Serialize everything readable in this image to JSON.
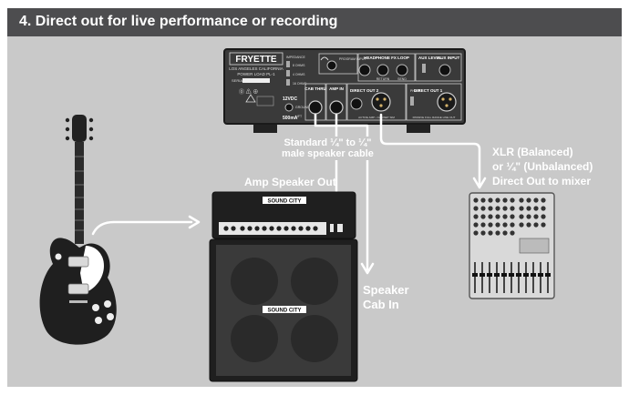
{
  "header": {
    "title": "4. Direct out for live performance or recording"
  },
  "powerload": {
    "brand": "FRYETTE",
    "subtitle_line1": "LOS ANGELES CALIFORNIA",
    "subtitle_line2": "POWER LOAD PL-1",
    "serial_label": "SERIAL",
    "impedance_label": "IMPEDANCE",
    "imp_8": "8 OHMS",
    "imp_4": "4 OHMS",
    "imp_16": "16 OHMS",
    "program_input": "PROGRAM INPUT",
    "headphone_fx": "HEADPHONE FX LOOP",
    "aux_level": "AUX LEVEL",
    "aux_input": "AUX INPUT",
    "return": "RETURN",
    "send": "SEND",
    "cab_thru": "CAB THRU",
    "amp_in": "AMP IN",
    "direct_out_2": "DIRECT OUT 2",
    "direct_out_1": "DIRECT OUT 1",
    "phase": "PHASE",
    "voltage": "12VDC",
    "current": "500mA",
    "ground": "GROUND",
    "lift": "LIFT",
    "active": "ACTIVE AMP • CABINET SIM",
    "passive": "PASSIVE FULL RANGE LINE OUT"
  },
  "labels": {
    "cable_line1": "Standard ¼\" to ¼\"",
    "cable_line2": "male speaker cable",
    "amp_speaker_out": "Amp Speaker Out",
    "xlr_line1": "XLR (Balanced)",
    "xlr_line2": "or ¼\" (Unbalanced)",
    "xlr_line3": "Direct Out to mixer",
    "speaker_line1": "Speaker",
    "speaker_line2": "Cab In"
  },
  "amp": {
    "badge": "SOUND CITY"
  },
  "cab": {
    "badge": "SOUND CITY"
  },
  "colors": {
    "header_bg": "#4d4d4f",
    "panel_bg": "#c9c9c9",
    "device_dark": "#2b2b2b",
    "cable": "#ffffff"
  }
}
